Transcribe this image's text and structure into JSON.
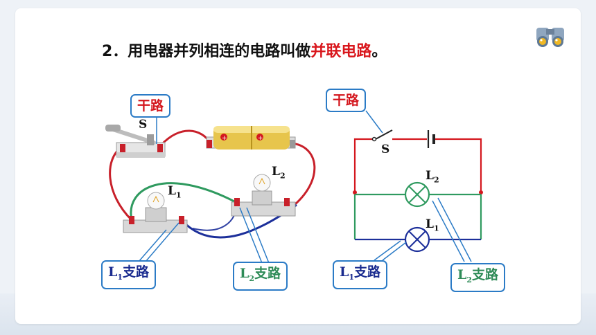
{
  "title": {
    "prefix": "2．用电器并列相连的电路叫做",
    "highlight": "并联电路",
    "suffix": "。"
  },
  "left": {
    "main_label": "干路",
    "switch_label": "S",
    "bulb1": {
      "letter": "L",
      "sub": "1"
    },
    "bulb2": {
      "letter": "L",
      "sub": "2"
    },
    "branch1": {
      "letter": "L",
      "sub": "1",
      "text": "支路"
    },
    "branch2": {
      "letter": "L",
      "sub": "2",
      "text": "支路"
    }
  },
  "right": {
    "main_label": "干路",
    "switch_label": "S",
    "bulb2": {
      "letter": "L",
      "sub": "2"
    },
    "bulb1": {
      "letter": "L",
      "sub": "1"
    },
    "branch1": {
      "letter": "L",
      "sub": "1",
      "text": "支路"
    },
    "branch2": {
      "letter": "L",
      "sub": "2",
      "text": "支路"
    }
  },
  "colors": {
    "main": "#d4171e",
    "branch1": "#1a2b8f",
    "branch2": "#2e8b57",
    "label_border": "#2b7bc6"
  }
}
